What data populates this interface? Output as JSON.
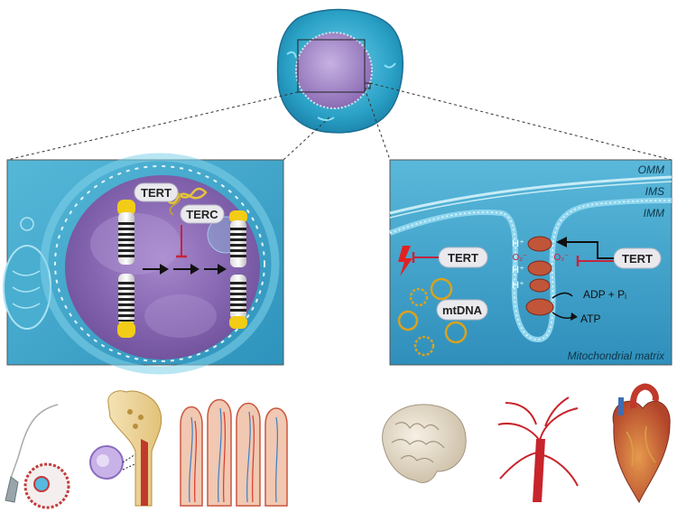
{
  "nucleus_panel": {
    "labels": {
      "tert": "TERT",
      "terc": "TERC"
    }
  },
  "mito_panel": {
    "compartments": {
      "omm": "OMM",
      "ims": "IMS",
      "imm": "IMM",
      "matrix": "Mitochondrial matrix"
    },
    "labels": {
      "tert_left": "TERT",
      "tert_right": "TERT",
      "mtdna": "mtDNA",
      "h1": "H⁺",
      "h2": "H⁺",
      "h3": "H⁺",
      "o2_left": "O₂⁻",
      "o2_right": "O₂⁻",
      "adp": "ADP + Pᵢ",
      "atp": "ATP"
    }
  },
  "colors": {
    "cytoplasm": "#2fa6c8",
    "nucleus": "#8a6cb0",
    "chromosome_tip": "#f2cc17",
    "inhibition_red": "#c4253d",
    "mito_bg": "#3d9ec3"
  },
  "tissue_icons": [
    "sperm-icon",
    "oocyte-icon",
    "stem-cell-icon",
    "bone-marrow-icon",
    "intestine-villi-icon",
    "brain-icon",
    "artery-icon",
    "heart-icon"
  ]
}
